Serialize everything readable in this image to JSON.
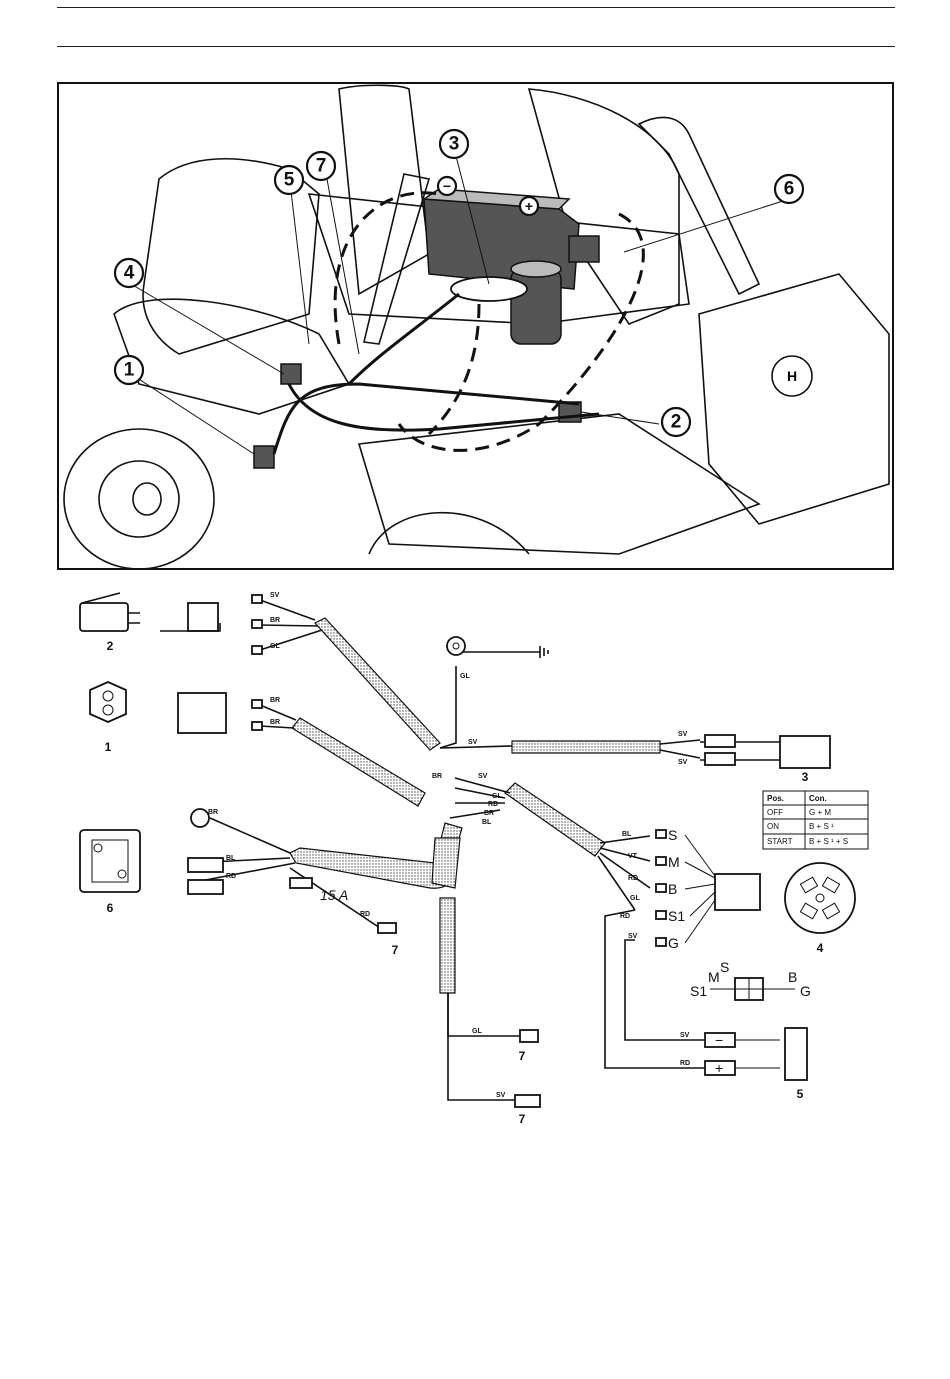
{
  "illustration": {
    "callouts": [
      "1",
      "2",
      "3",
      "4",
      "5",
      "6",
      "7"
    ],
    "battery_terminals": {
      "negative": "−",
      "positive": "+"
    },
    "logo_icon": "husqvarna-crown-logo"
  },
  "wiring": {
    "part_numbers": {
      "micro_switch": "2",
      "seat_switch": "1",
      "solenoid": "6",
      "starter": "3",
      "ignition_switch": "4",
      "connector_5": "5",
      "lamp_top": "7",
      "lamp_mid": "7",
      "lamp_bottom": "7"
    },
    "wire_colors": [
      "SV",
      "BR",
      "GL",
      "BR",
      "BR",
      "BR",
      "BR",
      "BL",
      "RD",
      "RD",
      "GL",
      "SV",
      "SV",
      "SV",
      "SV",
      "BR",
      "GL",
      "RD",
      "BL",
      "BL",
      "VT",
      "RD",
      "GL",
      "RD",
      "SV",
      "GL",
      "SV",
      "SV",
      "RD"
    ],
    "fuse_label": "15 A",
    "terminals": [
      "S",
      "M",
      "B",
      "S1",
      "G"
    ],
    "connector_letters": {
      "s": "S",
      "s1": "S1",
      "m": "M",
      "b": "B",
      "g": "G"
    },
    "polarity": {
      "minus": "−",
      "plus": "+"
    },
    "ignition_table": {
      "headers": [
        "Pos.",
        "Con."
      ],
      "rows": [
        [
          "OFF",
          "G + M"
        ],
        [
          "ON",
          "B + S ¹"
        ],
        [
          "START",
          "B + S ¹ + S"
        ]
      ]
    }
  }
}
